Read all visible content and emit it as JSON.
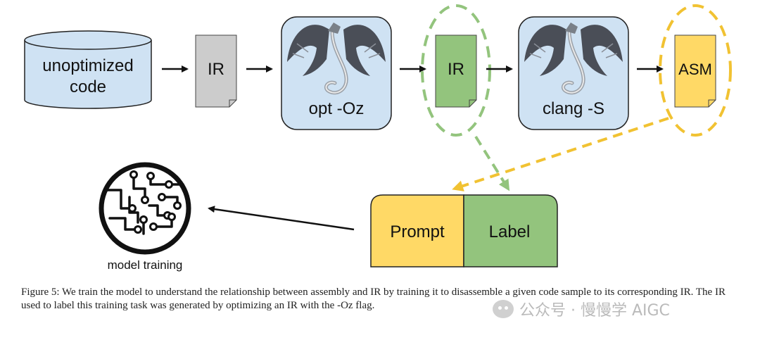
{
  "nodes": {
    "unoptimized_code": {
      "line1": "unoptimized",
      "line2": "code"
    },
    "ir_input": {
      "label": "IR"
    },
    "opt_tool": {
      "label": "opt -Oz"
    },
    "ir_output": {
      "label": "IR"
    },
    "clang_tool": {
      "label": "clang -S"
    },
    "asm_output": {
      "label": "ASM"
    },
    "sample": {
      "prompt": "Prompt",
      "label": "Label"
    },
    "training": {
      "label": "model training"
    }
  },
  "caption": "Figure 5: We train the model to understand the relationship between assembly and IR by training it to disassemble a given code sample to its corresponding IR. The IR used to label this training task was generated by optimizing an IR with the -Oz flag.",
  "watermark": {
    "text": "公众号 · 慢慢学 AIGC"
  },
  "colors": {
    "tool_box": "#cfe2f3",
    "ir_input": "#cccccc",
    "ir_output": "#93c47d",
    "asm": "#ffd966",
    "prompt": "#ffd966",
    "label": "#93c47d",
    "dash_green": "#93c47d",
    "dash_yellow": "#f1c232"
  },
  "icons": {
    "tool": "dragon-icon",
    "training": "circuit-icon"
  }
}
